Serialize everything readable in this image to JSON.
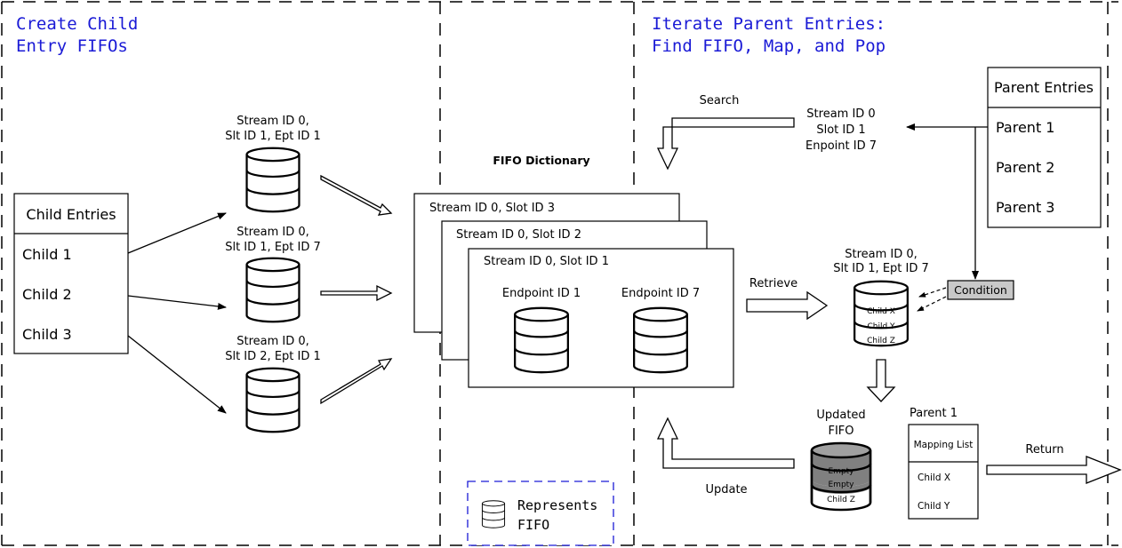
{
  "sections": {
    "left_title_line1": "Create Child",
    "left_title_line2": "Entry FIFOs",
    "right_title_line1": "Iterate Parent Entries:",
    "right_title_line2": "Find FIFO, Map, and Pop"
  },
  "child_entries": {
    "header": "Child Entries",
    "items": [
      "Child 1",
      "Child 2",
      "Child 3"
    ]
  },
  "child_fifos": [
    {
      "line1": "Stream ID 0,",
      "line2": "Slt ID 1, Ept ID 1"
    },
    {
      "line1": "Stream ID 0,",
      "line2": "Slt ID 1, Ept ID 7"
    },
    {
      "line1": "Stream ID 0,",
      "line2": "Slt ID 2, Ept ID 1"
    }
  ],
  "fifo_dictionary": {
    "title": "FIFO Dictionary",
    "pages": [
      "Stream ID 0, Slot ID 3",
      "Stream ID 0, Slot ID 2",
      "Stream ID 0, Slot ID 1"
    ],
    "endpoints": [
      "Endpoint ID 1",
      "Endpoint ID 7"
    ]
  },
  "legend": {
    "line1": "Represents",
    "line2": "FIFO"
  },
  "search": {
    "label": "Search",
    "key_line1": "Stream ID 0",
    "key_line2": "Slot ID 1",
    "key_line3": "Enpoint ID 7"
  },
  "parent_entries": {
    "header": "Parent Entries",
    "items": [
      "Parent 1",
      "Parent 2",
      "Parent 3"
    ]
  },
  "retrieve": {
    "label": "Retrieve",
    "fifo_line1": "Stream ID 0,",
    "fifo_line2": "Slt ID 1, Ept ID 7",
    "fifo_items": [
      "Child X",
      "Child Y",
      "Child Z"
    ]
  },
  "condition": {
    "label": "Condition"
  },
  "updated_fifo": {
    "line1": "Updated",
    "line2": "FIFO",
    "items": [
      "Empty",
      "Empty",
      "Child Z"
    ]
  },
  "update": {
    "label": "Update"
  },
  "parent_mapping": {
    "title": "Parent 1",
    "header": "Mapping List",
    "items": [
      "Child X",
      "Child Y"
    ]
  },
  "return": {
    "label": "Return"
  }
}
